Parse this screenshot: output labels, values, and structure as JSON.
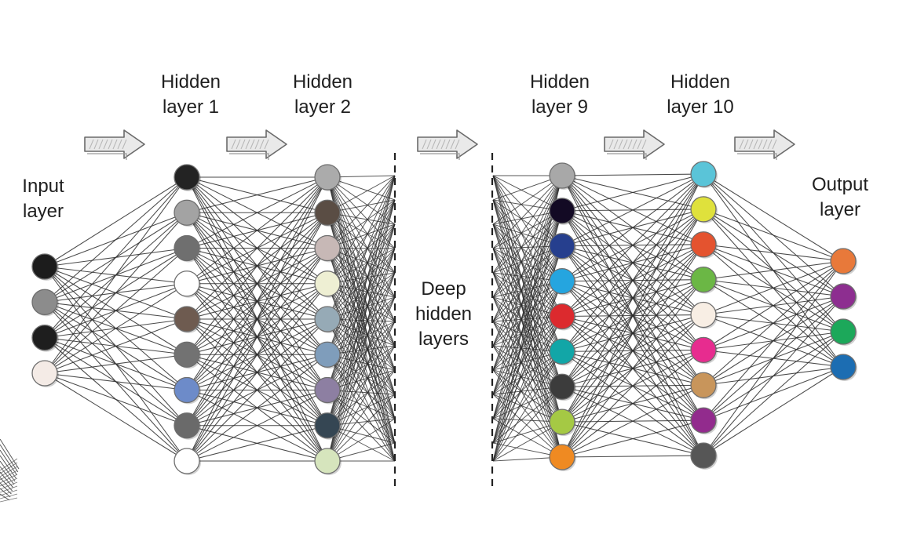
{
  "labels": {
    "input": [
      "Input",
      "layer"
    ],
    "h1": [
      "Hidden",
      "layer 1"
    ],
    "h2": [
      "Hidden",
      "layer 2"
    ],
    "deep": [
      "Deep",
      "hidden",
      "layers"
    ],
    "h9": [
      "Hidden",
      "layer 9"
    ],
    "h10": [
      "Hidden",
      "layer 10"
    ],
    "output": [
      "Output",
      "layer"
    ]
  },
  "colors": {
    "edge": "#2a2a2a",
    "node_stroke": "#6e6e6e",
    "arrow_fill": "#e9e9e9",
    "arrow_stroke": "#6a6a6a",
    "divider": "#222222"
  },
  "layers": [
    {
      "id": "input",
      "nodes": [
        "#1c1c1c",
        "#8c8c8c",
        "#1e1e1e",
        "#f4ebe6"
      ]
    },
    {
      "id": "hidden-1",
      "nodes": [
        "#232323",
        "#a3a3a3",
        "#6f6f6f",
        "#ffffff",
        "#6e5b50",
        "#727272",
        "#6d8bc9",
        "#6a6a6a",
        "#ffffff"
      ]
    },
    {
      "id": "hidden-2",
      "nodes": [
        "#ababab",
        "#5a4d44",
        "#c7b8b6",
        "#eeefd3",
        "#96aab6",
        "#7f9dbb",
        "#8d7fa2",
        "#354653",
        "#d6e5bd"
      ]
    },
    {
      "id": "hidden-9",
      "nodes": [
        "#a8a8a8",
        "#130a24",
        "#263f8e",
        "#25a5df",
        "#dc2a2e",
        "#12a6a7",
        "#3c3c3c",
        "#a5c944",
        "#ef8a22"
      ]
    },
    {
      "id": "hidden-10",
      "nodes": [
        "#5ac4d8",
        "#dfe13c",
        "#e4532f",
        "#6bb745",
        "#f8eee4",
        "#e72c8f",
        "#c8955b",
        "#922b8d",
        "#565656"
      ]
    },
    {
      "id": "output",
      "nodes": [
        "#e8793a",
        "#8d2e90",
        "#1ca85a",
        "#1c6db2"
      ]
    }
  ]
}
